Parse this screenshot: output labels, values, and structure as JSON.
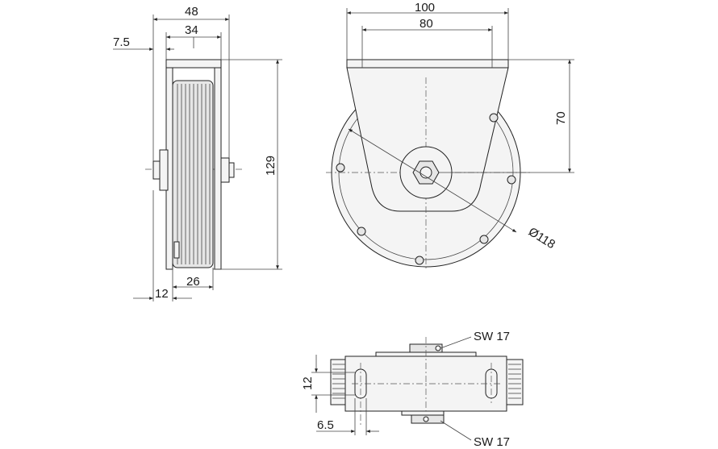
{
  "side_view": {
    "dim_width_overall": "48",
    "dim_width_inner": "34",
    "dim_offset": "7.5",
    "dim_height": "129",
    "dim_hub": "12",
    "dim_wheel_width": "26"
  },
  "front_view": {
    "dim_plate_width": "100",
    "dim_bolt_spacing": "80",
    "dim_height_axle": "70",
    "dim_diameter": "Ø118"
  },
  "bottom_view": {
    "dim_wrench_top": "SW 17",
    "dim_wrench_bottom": "SW 17",
    "dim_height_small": "12",
    "dim_offset_small": "6.5"
  }
}
